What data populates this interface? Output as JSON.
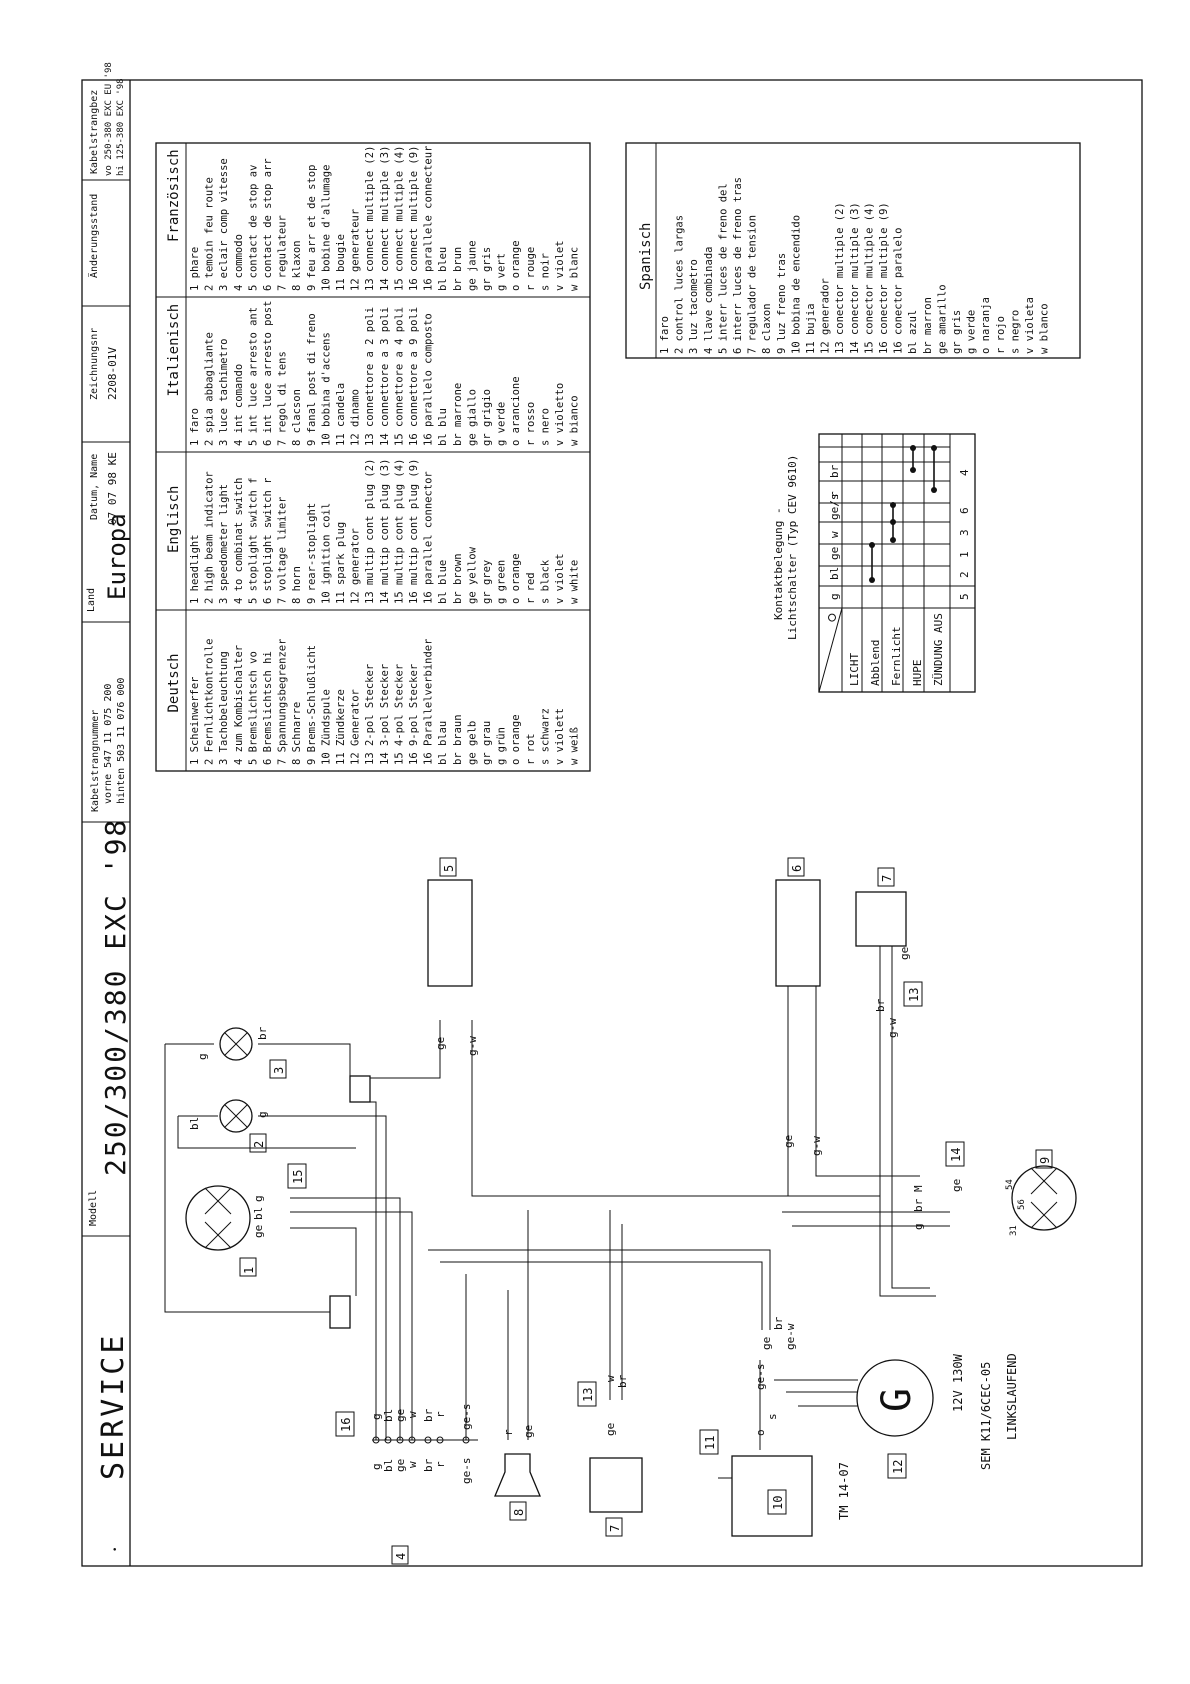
{
  "title_block": {
    "service": "SERVICE",
    "modell_label": "Modell",
    "modell": "250/300/380 EXC '98",
    "kabelstrangnummer_label": "Kabelstrangnummer",
    "kabel_vorne": "vorne  547 11 075 200",
    "kabel_hinten": "hinten 503 11 076 000",
    "land_label": "Land",
    "land": "Europa",
    "datum_label": "Datum, Name",
    "datum": "07 07 98 KE",
    "zeichnungsnr_label": "Zeichnungsnr",
    "zeichnungsnr": "2208-01V",
    "aenderungsstand_label": "Änderungsstand",
    "kabelstrangbez_label": "Kabelstrangbez",
    "kabelstrangbez_1": "vo 250-380 EXC EU '98",
    "kabelstrangbez_2": "hi 125-380 EXC '98",
    "mark": "•"
  },
  "legend": {
    "columns": [
      {
        "header": "Deutsch",
        "items": [
          "1 Scheinwerfer",
          "2 Fernlichtkontrolle",
          "3 Tachobeleuchtung",
          "4 zum Kombischalter",
          "5 Bremslichtsch vo",
          "6 Bremslichtsch hi",
          "7 Spannungsbegrenzer",
          "8 Schnarre",
          "9 Brems-Schlußlicht",
          "10 Zündspule",
          "11 Zündkerze",
          "12 Generator",
          "13 2-pol Stecker",
          "14 3-pol Stecker",
          "15 4-pol Stecker",
          "16 9-pol Stecker",
          "16 Parallelverbinder",
          " bl blau",
          " br braun",
          " ge gelb",
          " gr grau",
          " g grün",
          " o orange",
          " r rot",
          " s schwarz",
          " v violett",
          " w weiß"
        ]
      },
      {
        "header": "Englisch",
        "items": [
          "1 headlight",
          "2 high beam indicator",
          "3 speedometer light",
          "4 to combinat switch",
          "5 stoplight switch f",
          "6 stoplight switch r",
          "7 voltage limiter",
          "8 horn",
          "9 rear-stoplight",
          "10 ignition coil",
          "11 spark plug",
          "12 generator",
          "13 multip cont plug (2)",
          "14 multip cont plug (3)",
          "15 multip cont plug (4)",
          "16 multip cont plug (9)",
          "16 parallel connector",
          " bl blue",
          " br brown",
          " ge yellow",
          " gr grey",
          " g green",
          " o orange",
          " r red",
          " s black",
          " v violet",
          " w white"
        ]
      },
      {
        "header": "Italienisch",
        "items": [
          "1 faro",
          "2 spia abbagliante",
          "3 luce tachimetro",
          "4 int comando",
          "5 int luce arresto ant",
          "6 int luce arresto post",
          "7 regol di tens",
          "8 clacson",
          "9 fanal post di freno",
          "10 bobina d'accens",
          "11 candela",
          "12 dinamo",
          "13 connettore a 2 poli",
          "14 connettore a 3 poli",
          "15 connettore a 4 poli",
          "16 connettore a 9 poli",
          "16 parallelo composto",
          " bl blu",
          " br marrone",
          " ge giallo",
          " gr grigio",
          " g verde",
          " o arancione",
          " r rosso",
          " s nero",
          " v violetto",
          " w bianco"
        ]
      },
      {
        "header": "Französisch",
        "items": [
          "1 phare",
          "2 temoin feu route",
          "3 eclair comp vitesse",
          "4 commodo",
          "5 contact de stop av",
          "6 contact de stop arr",
          "7 regulateur",
          "8 klaxon",
          "9 feu arr et de stop",
          "10 bobine d'allumage",
          "11 bougie",
          "12 generateur",
          "13 connect multiple (2)",
          "14 connect multiple (3)",
          "15 connect multiple (4)",
          "16 connect multiple (9)",
          "16 parallele connecteur",
          " bl bleu",
          " br brun",
          " ge jaune",
          " gr gris",
          " g vert",
          " o orange",
          " r rouge",
          " s noir",
          " v violet",
          " w blanc"
        ]
      }
    ],
    "spanish": {
      "header": "Spanisch",
      "items": [
        "1 faro",
        "2 control luces largas",
        "3 luz tacometro",
        "4 llave combinada",
        "5 interr luces de freno del",
        "6 interr luces de freno tras",
        "7 regulador de tension",
        "8 claxon",
        "9 luz freno tras",
        "10 bobina de encendido",
        "11 bujia",
        "12 generador",
        "13 conector multiple (2)",
        "14 conector multiple (3)",
        "15 conector multiple (4)",
        "16 conector multiple (9)",
        "16 conector paralelo",
        " bl azul",
        " br marron",
        " ge amarillo",
        " gr gris",
        " g verde",
        " o naranja",
        " r rojo",
        " s negro",
        " v violeta",
        " w blanco"
      ]
    }
  },
  "switch_table": {
    "caption_1": "Kontaktbelegung -",
    "caption_2": "Lichtschalter (Typ CEV 9610)",
    "wire_headers": [
      "g",
      "bl",
      "ge",
      "w",
      "ge/s",
      "r",
      "br"
    ],
    "rows": [
      "LICHT",
      "Abblend",
      "Fernlicht",
      "HUPE",
      "ZÜNDUNG AUS"
    ],
    "licht_symbol": "⭘",
    "pin_numbers": [
      "5",
      "2",
      "1",
      "3",
      "6",
      "4"
    ]
  },
  "components": {
    "c1": "1",
    "c2": "2",
    "c3": "3",
    "c4": "4",
    "c5": "5",
    "c6": "6",
    "c7a": "7",
    "c7b": "7",
    "c8": "8",
    "c9": "9",
    "c10": "10",
    "c11": "11",
    "c12": "12",
    "c13a": "13",
    "c13b": "13",
    "c14": "14",
    "c15": "15",
    "c16": "16",
    "letter_G": "G",
    "gen_power": "12V 130W",
    "gen_model": "SEM K11/6CEC-05",
    "gen_dir": "LINKSLAUFEND",
    "coil_model": "TM 14-07",
    "pin_54": "54",
    "pin_56": "56",
    "pin_31": "31"
  },
  "wire_labels": {
    "g": "g",
    "bl": "bl",
    "ge": "ge",
    "w": "w",
    "br": "br",
    "r": "r",
    "ges": "ge-s",
    "gw": "g-w",
    "gew": "ge-w",
    "s": "s",
    "o": "o",
    "M": "M"
  }
}
